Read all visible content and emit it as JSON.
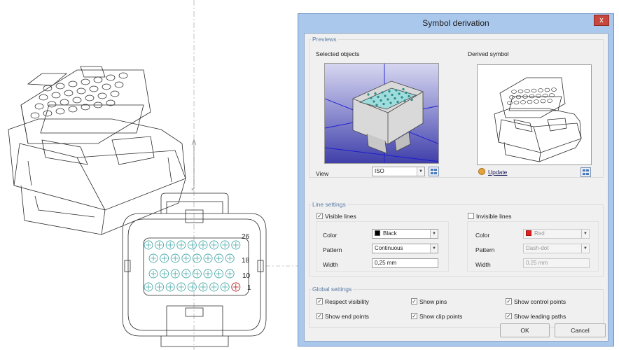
{
  "drawing": {
    "pin_labels": [
      "26",
      "18",
      "10",
      "1"
    ]
  },
  "dialog": {
    "title": "Symbol derivation",
    "close_glyph": "x",
    "previews": {
      "group_title": "Previews",
      "selected_label": "Selected objects",
      "derived_label": "Derived symbol",
      "view_label": "View",
      "view_value": "ISO",
      "update_label": "Update"
    },
    "line_settings": {
      "group_title": "Line settings",
      "visible": {
        "label": "Visible lines",
        "checked": true,
        "color_label": "Color",
        "color_value": "Black",
        "color_hex": "#000000",
        "pattern_label": "Pattern",
        "pattern_value": "Continuous",
        "width_label": "Width",
        "width_value": "0,25 mm"
      },
      "invisible": {
        "label": "Invisible lines",
        "checked": false,
        "color_label": "Color",
        "color_value": "Red",
        "color_hex": "#e02020",
        "pattern_label": "Pattern",
        "pattern_value": "Dash-dot",
        "width_label": "Width",
        "width_value": "0,25 mm"
      }
    },
    "global_settings": {
      "group_title": "Global settings",
      "options": [
        {
          "label": "Respect visibility",
          "checked": true
        },
        {
          "label": "Show pins",
          "checked": true
        },
        {
          "label": "Show control points",
          "checked": true
        },
        {
          "label": "Show end points",
          "checked": true
        },
        {
          "label": "Show clip points",
          "checked": true
        },
        {
          "label": "Show leading paths",
          "checked": true
        }
      ]
    },
    "buttons": {
      "ok": "OK",
      "cancel": "Cancel"
    }
  },
  "colors": {
    "pin_cyan": "#4aa8a8",
    "pin_red": "#b81818",
    "preview_blue": "#2b2b8f",
    "dialog_frame": "#aac8ec"
  }
}
